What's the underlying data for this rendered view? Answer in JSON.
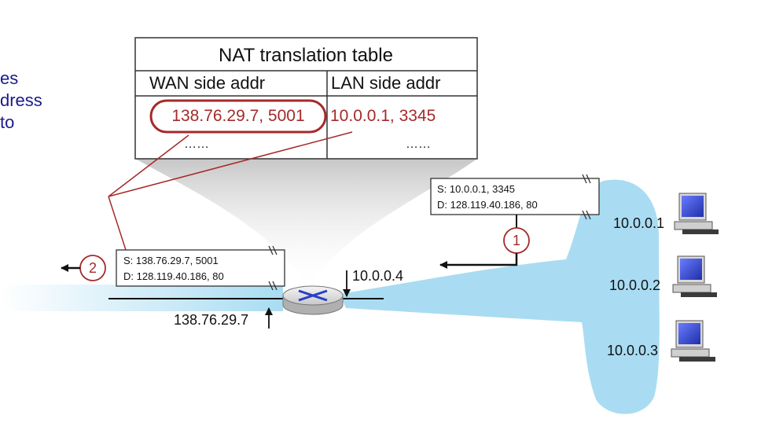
{
  "side_text": [
    "es",
    "dress",
    "to"
  ],
  "nat_table": {
    "title": "NAT translation table",
    "col_wan": "WAN side addr",
    "col_lan": "LAN side addr",
    "row_wan": "138.76.29.7, 5001",
    "row_lan": "10.0.0.1, 3345",
    "dots_wan": "……",
    "dots_lan": "……"
  },
  "packet_lan": {
    "src": "S: 10.0.0.1, 3345",
    "dst": "D: 128.119.40.186, 80"
  },
  "packet_wan": {
    "src": "S: 138.76.29.7, 5001",
    "dst": "D: 128.119.40.186, 80"
  },
  "steps": {
    "step1": "1",
    "step2": "2"
  },
  "router": {
    "lan_addr": "10.0.0.4",
    "wan_addr": "138.76.29.7"
  },
  "hosts": [
    "10.0.0.1",
    "10.0.0.2",
    "10.0.0.3"
  ],
  "colors": {
    "network": "#a9dcf2",
    "highlight": "#a52a2a",
    "side_text": "#1a1a8c"
  }
}
